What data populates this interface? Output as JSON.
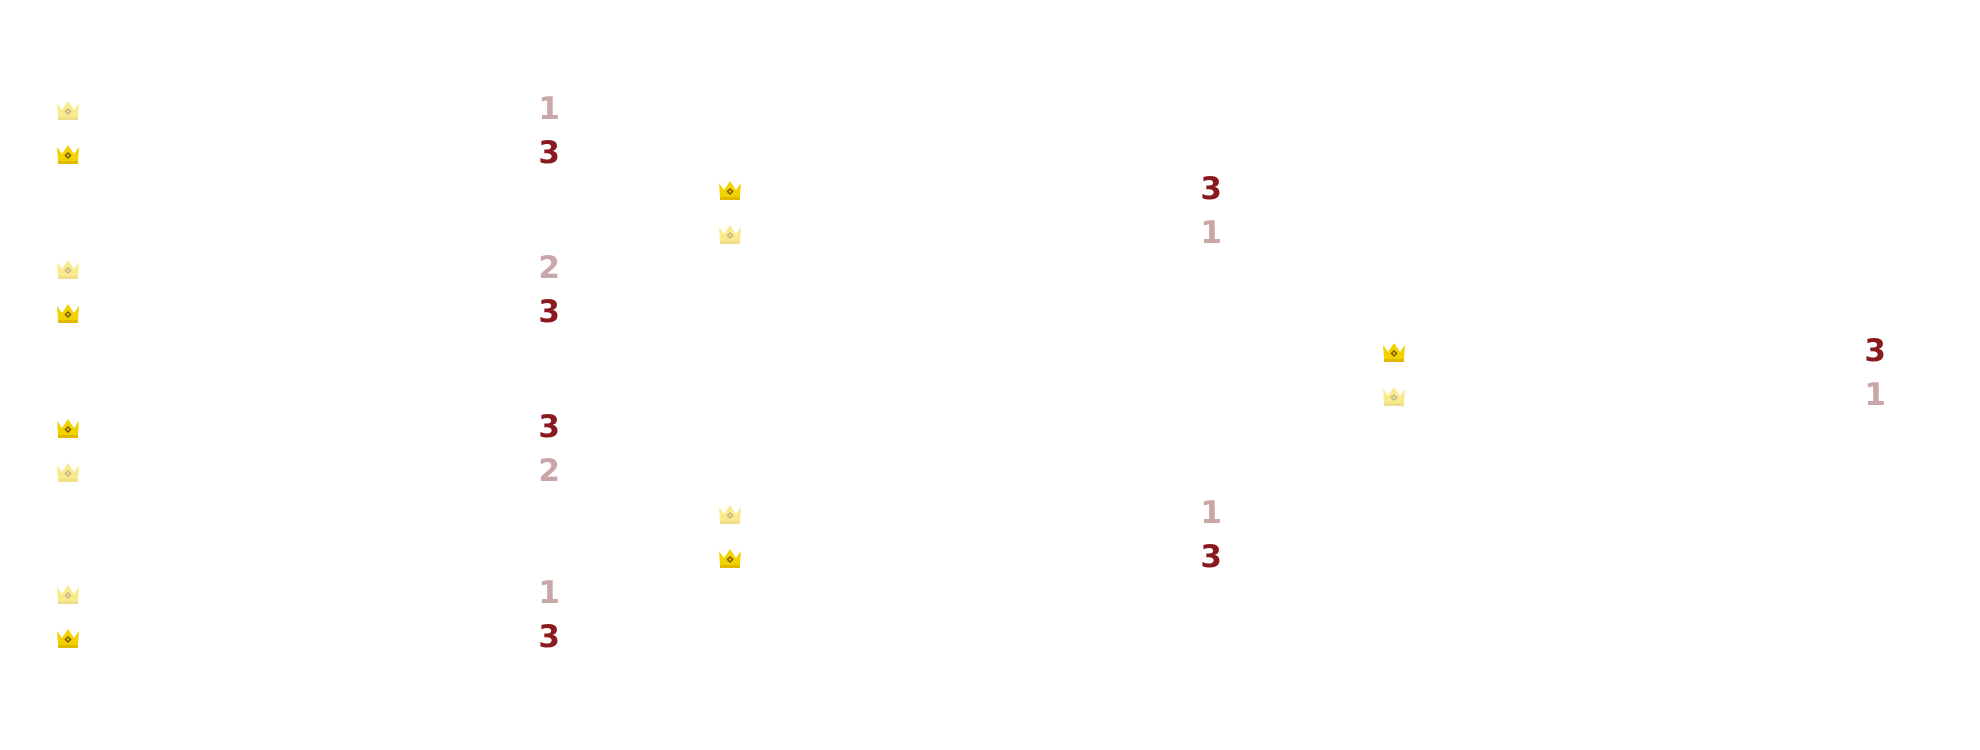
{
  "colors": {
    "winner_score": "#8b1a1f",
    "loser_score": "#c9a6a7",
    "crown_fill": "#f2d100",
    "crown_base": "#e0b800",
    "crown_gem": "#7a5a00"
  },
  "icons": {
    "crown": "crown-icon"
  },
  "rounds": [
    {
      "matches": [
        {
          "slots": [
            {
              "score": "1",
              "result": "loser"
            },
            {
              "score": "3",
              "result": "winner"
            }
          ]
        },
        {
          "slots": [
            {
              "score": "2",
              "result": "loser"
            },
            {
              "score": "3",
              "result": "winner"
            }
          ]
        },
        {
          "slots": [
            {
              "score": "3",
              "result": "winner"
            },
            {
              "score": "2",
              "result": "loser"
            }
          ]
        },
        {
          "slots": [
            {
              "score": "1",
              "result": "loser"
            },
            {
              "score": "3",
              "result": "winner"
            }
          ]
        }
      ]
    },
    {
      "matches": [
        {
          "slots": [
            {
              "score": "3",
              "result": "winner"
            },
            {
              "score": "1",
              "result": "loser"
            }
          ]
        },
        {
          "slots": [
            {
              "score": "1",
              "result": "loser"
            },
            {
              "score": "3",
              "result": "winner"
            }
          ]
        }
      ]
    },
    {
      "matches": [
        {
          "slots": [
            {
              "score": "3",
              "result": "winner"
            },
            {
              "score": "1",
              "result": "loser"
            }
          ]
        }
      ]
    }
  ]
}
